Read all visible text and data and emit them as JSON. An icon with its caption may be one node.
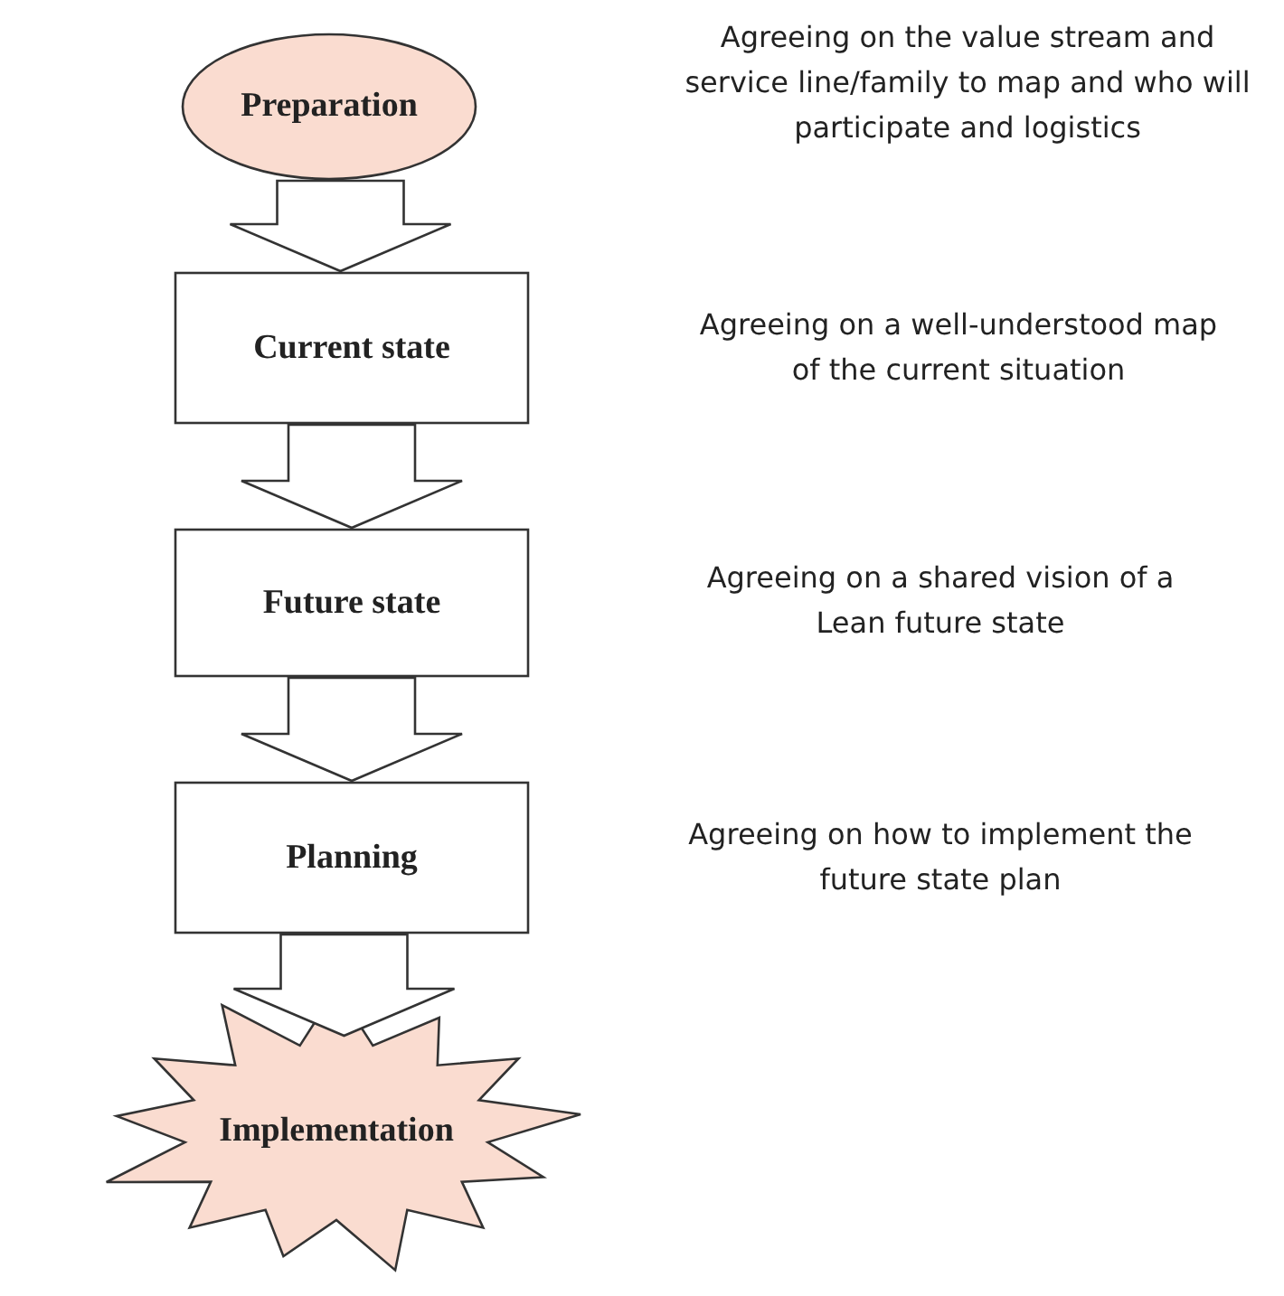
{
  "diagram": {
    "nodes": [
      {
        "text": [
          "Preparation"
        ]
      },
      {
        "text": [
          "Current state"
        ]
      },
      {
        "text": [
          "Future state"
        ]
      },
      {
        "text": [
          "Planning"
        ]
      },
      {
        "text": [
          "Implementation"
        ]
      }
    ],
    "edges": [
      {
        "from": 0,
        "to": 1,
        "arrow": "to"
      },
      {
        "from": 1,
        "to": 2,
        "arrow": "to"
      },
      {
        "from": 2,
        "to": 3,
        "arrow": "to"
      },
      {
        "from": 3,
        "to": 4,
        "arrow": "to"
      }
    ],
    "labels": [
      "Agreeing on the value stream and service line/family to map and who will participate and logistics",
      "Agreeing on a well-understood map of the current situation",
      "Agreeing on a shared vision of a Lean future state",
      "Agreeing on how to implement the future state plan"
    ]
  }
}
